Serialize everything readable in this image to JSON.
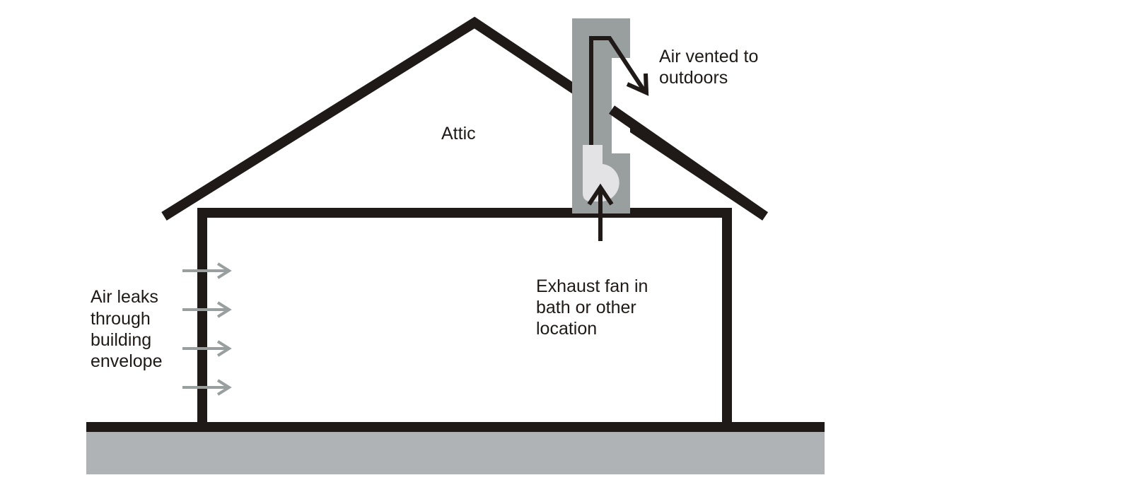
{
  "labels": {
    "attic": "Attic",
    "air_vented": [
      "Air vented to",
      "outdoors"
    ],
    "exhaust_fan": [
      "Exhaust fan in",
      "bath or other",
      "location"
    ],
    "air_leaks": [
      "Air leaks",
      "through",
      "building",
      "envelope"
    ]
  },
  "colors": {
    "structure": "#1f1a17",
    "ground": "#b0b3b5",
    "duct": "#999e9f",
    "fan": "#e3e3e5",
    "leak_arrow": "#999e9f",
    "background": "#ffffff"
  }
}
